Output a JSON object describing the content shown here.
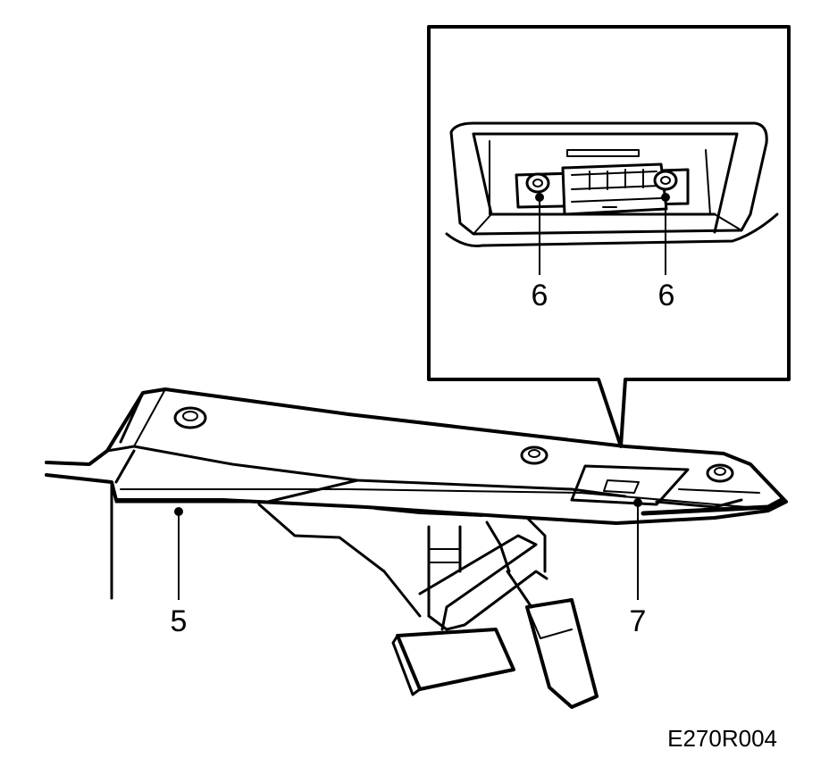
{
  "callouts": {
    "bolt_left": "6",
    "bolt_right": "6",
    "lower_panel": "5",
    "diagnostic_connector": "7"
  },
  "figure_code": "E270R004",
  "colors": {
    "line": "#000000",
    "background": "#ffffff"
  }
}
